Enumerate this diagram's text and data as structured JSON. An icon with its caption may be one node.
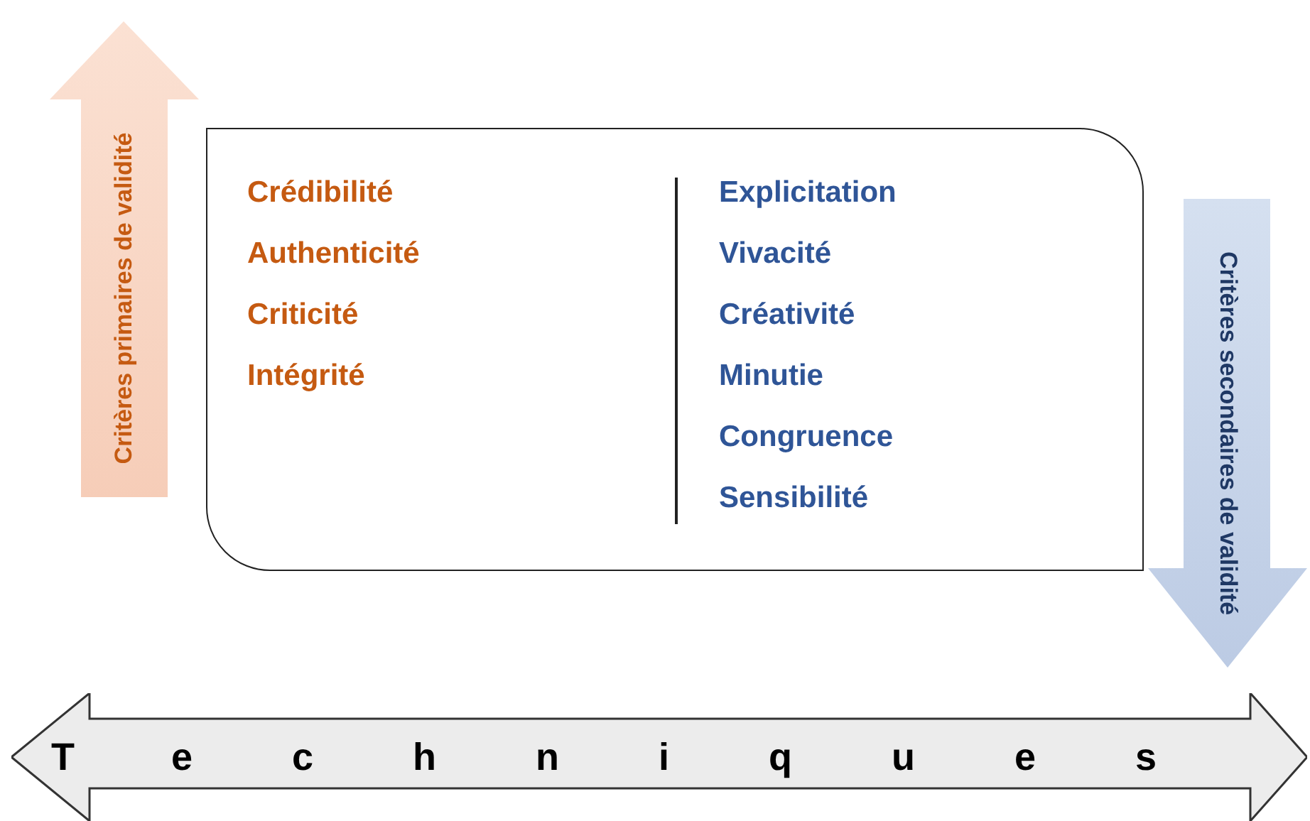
{
  "diagram": {
    "nodes": [
      {
        "text": [
          "Critères primaires de validité"
        ]
      },
      {
        "text": [],
        "shape": "box"
      },
      {
        "text": [
          "Crédibilité",
          "Authenticité",
          "Criticité",
          "Intégrité"
        ],
        "in": 1
      },
      {
        "text": [
          "Explicitation",
          "Vivacité",
          "Créativité",
          "Minutie",
          "Congruence",
          "Sensibilité"
        ],
        "in": 1
      },
      {
        "text": [
          "Critères secondaires de validité"
        ]
      },
      {
        "text": [
          "Techniques"
        ]
      }
    ]
  }
}
